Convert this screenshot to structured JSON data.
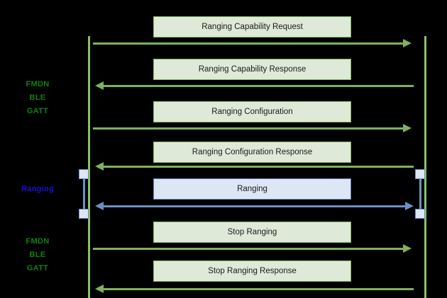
{
  "diagram": {
    "type": "sequence-diagram",
    "background_color": "#000000",
    "colors": {
      "lifeline_green": "#8cbf6a",
      "message_green_fill": "#dfe9d8",
      "message_green_border": "#7fb15f",
      "message_blue_fill": "#dce6f5",
      "message_blue_border": "#5b7fb5",
      "arrow_green": "#7fb15f",
      "arrow_blue": "#6a8fc4",
      "label_green": "#128012",
      "label_blue": "#1a0ddb",
      "message_text": "#1a1a1a"
    },
    "phase_labels": [
      {
        "text": "FMDN\nBLE\nGATT",
        "color_name": "green"
      },
      {
        "text": "Ranging",
        "color_name": "blue"
      },
      {
        "text": "FMDN\nBLE\nGATT",
        "color_name": "green"
      }
    ],
    "messages": [
      {
        "label": "Ranging Capability Request",
        "direction": "right",
        "style": "green"
      },
      {
        "label": "Ranging Capability Response",
        "direction": "left",
        "style": "green"
      },
      {
        "label": "Ranging Configuration",
        "direction": "right",
        "style": "green"
      },
      {
        "label": "Ranging Configuration Response",
        "direction": "left",
        "style": "green"
      },
      {
        "label": "Ranging",
        "direction": "both",
        "style": "blue"
      },
      {
        "label": "Stop Ranging",
        "direction": "right",
        "style": "green"
      },
      {
        "label": "Stop Ranging Response",
        "direction": "left",
        "style": "green"
      }
    ]
  }
}
